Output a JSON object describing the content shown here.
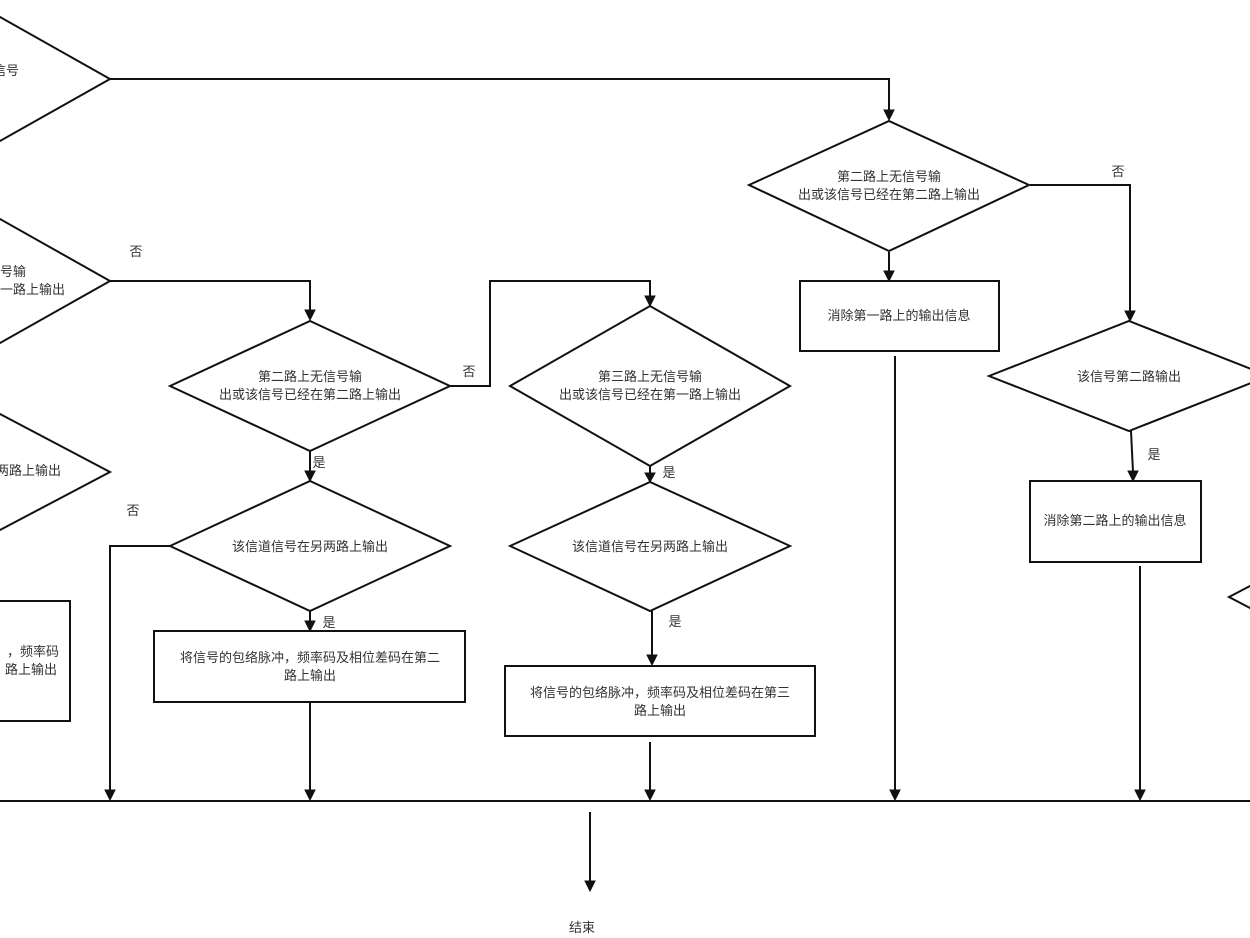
{
  "nodes": {
    "d_top_left": {
      "lines": [
        "在信号"
      ]
    },
    "d_left_2": {
      "lines": [
        "号输",
        "一路上输出"
      ]
    },
    "d_left_3": {
      "lines": [
        "两路上输出"
      ]
    },
    "b_left": {
      "lines": [
        "，频率码",
        "路上输出"
      ]
    },
    "d_mid1_check": {
      "lines": [
        "第二路上无信号输",
        "出或该信号已经在第二路上输出"
      ]
    },
    "d_mid1_other": {
      "lines": [
        "该信道信号在另两路上输出"
      ]
    },
    "b_mid1_out": {
      "lines": [
        "将信号的包络脉冲，频率码及相位差码在第二",
        "路上输出"
      ]
    },
    "d_mid2_check": {
      "lines": [
        "第三路上无信号输",
        "出或该信号已经在第一路上输出"
      ]
    },
    "d_mid2_other": {
      "lines": [
        "该信道信号在另两路上输出"
      ]
    },
    "b_mid2_out": {
      "lines": [
        "将信号的包络脉冲，频率码及相位差码在第三",
        "路上输出"
      ]
    },
    "d_right_check": {
      "lines": [
        "第二路上无信号输",
        "出或该信号已经在第二路上输出"
      ]
    },
    "b_clear1": {
      "lines": [
        "消除第一路上的输出信息"
      ]
    },
    "d_right_route2": {
      "lines": [
        "该信号第二路输出"
      ]
    },
    "b_clear2": {
      "lines": [
        "消除第二路上的输出信息"
      ]
    },
    "end": {
      "lines": [
        "结束"
      ]
    }
  },
  "edge_labels": {
    "no_1": "否",
    "no_2": "否",
    "no_3": "否",
    "no_4": "否",
    "yes_1": "是",
    "yes_2": "是",
    "yes_3": "是",
    "yes_4": "是",
    "yes_5": "是"
  }
}
